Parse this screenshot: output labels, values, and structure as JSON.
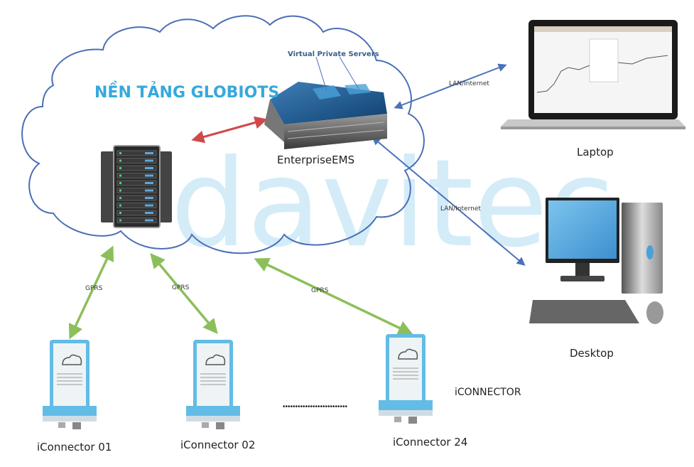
{
  "diagram": {
    "platform_title": "NỀN TẢNG GLOBIOTS",
    "watermark": "davitec",
    "virtual_servers_label": "Virtual Private Servers",
    "enterprise_label": "EnterpriseEMS",
    "clients": [
      {
        "name": "Laptop",
        "link_label": "LAN/Internet"
      },
      {
        "name": "Desktop",
        "link_label": "LAN/Internet"
      }
    ],
    "gprs_label": "GPRS",
    "connectors": [
      {
        "name": "iConnector 01"
      },
      {
        "name": "iConnector 02"
      },
      {
        "name": "iConnector 24"
      }
    ],
    "connector_group_label": "iCONNECTOR",
    "ellipsis": "••••••••••••••••••••••••••",
    "colors": {
      "cloud_stroke": "#4a6fb5",
      "title": "#35a9dc",
      "gprs_arrow": "#8cbf5a",
      "lan_arrow": "#4a72b8",
      "server_arrow": "#d0494a",
      "watermark": "#d4ecf8",
      "device_body": "#62bce6"
    }
  }
}
